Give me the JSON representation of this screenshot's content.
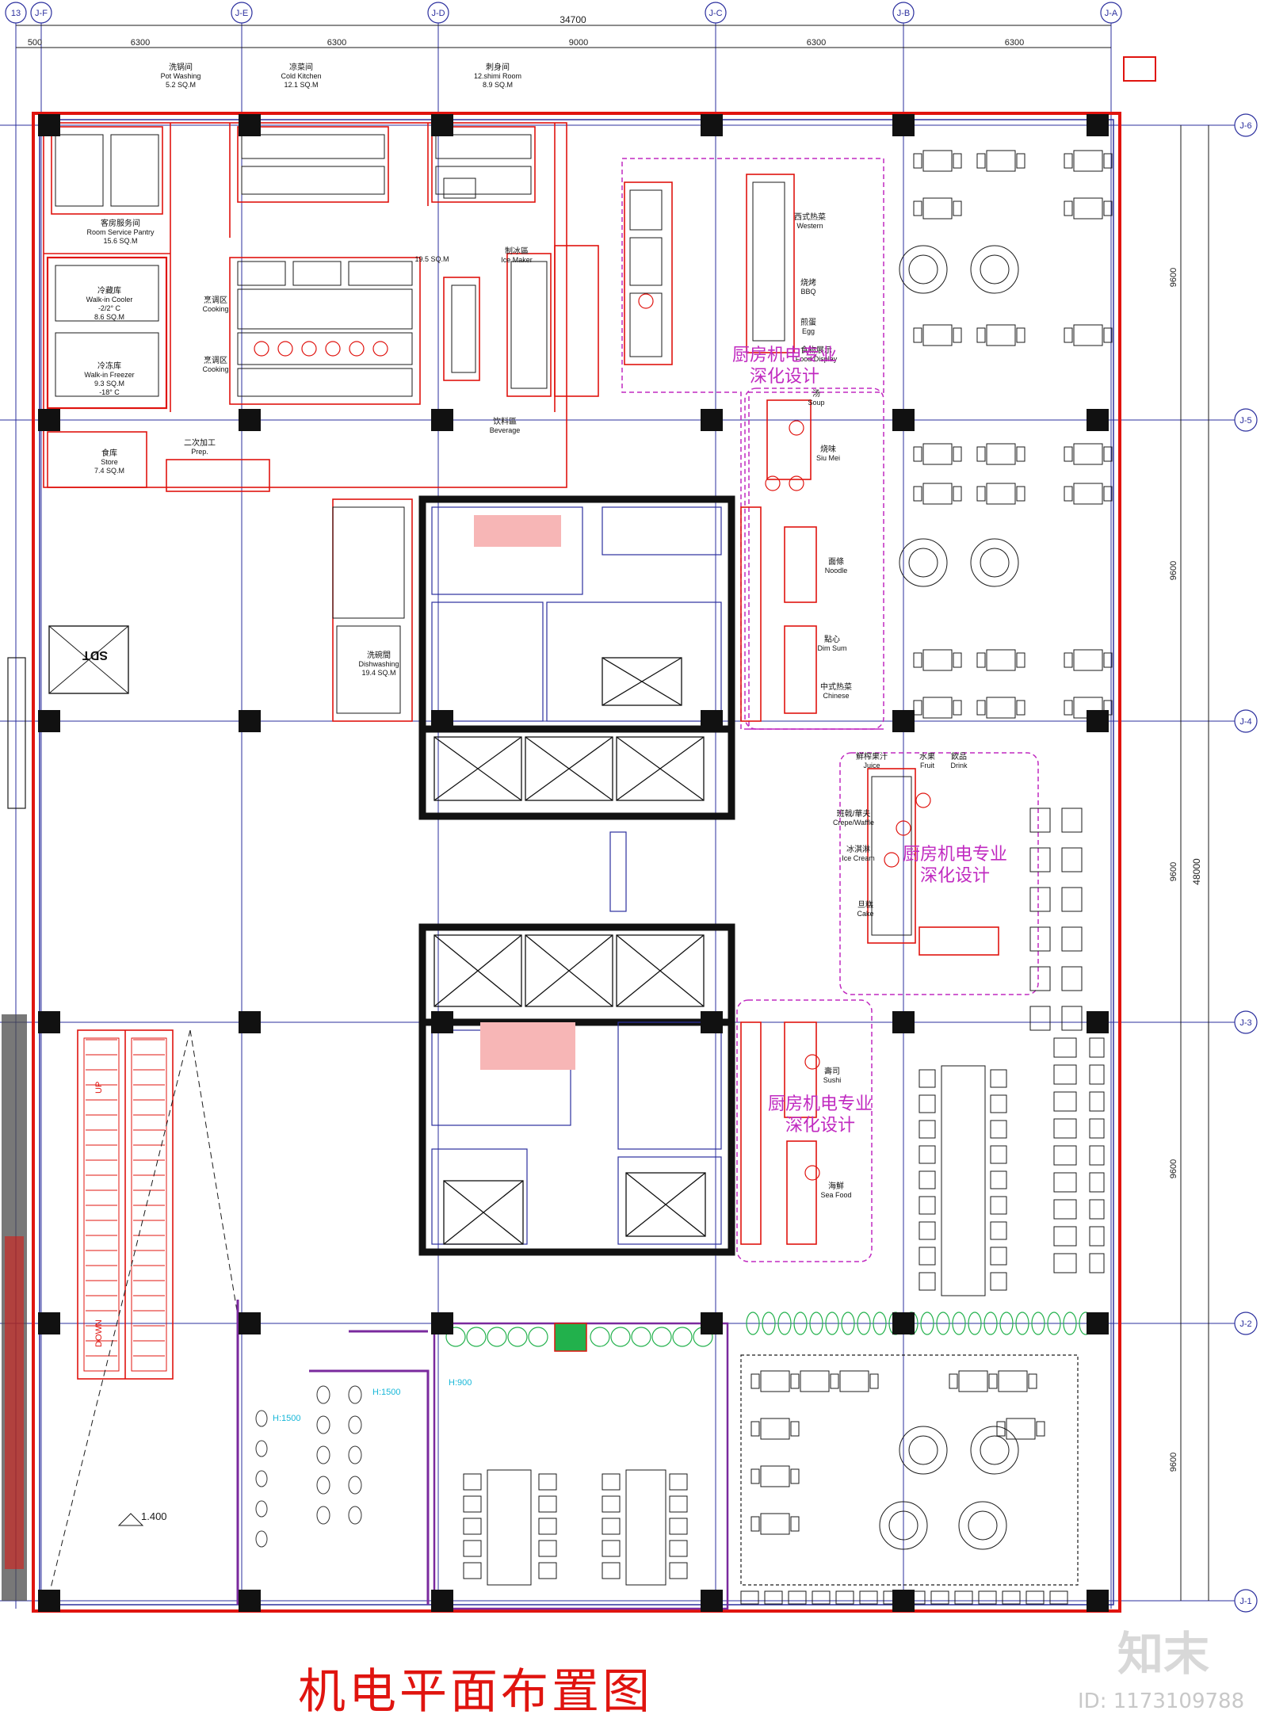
{
  "drawing": {
    "title": "机电平面布置图",
    "brand": "知末",
    "brand_id": "ID: 1173109788",
    "level_mark": "1.400",
    "escalator_up": "UP",
    "escalator_down": "DOWN",
    "stair_mark": "SDT",
    "h1500": "H:1500",
    "h900": "H:900",
    "h1500b": "H:1500"
  },
  "axes": {
    "top": [
      "13",
      "J-F",
      "J-E",
      "J-D",
      "J-C",
      "J-B",
      "J-A"
    ],
    "right": [
      "J-6",
      "J-5",
      "J-4",
      "J-3",
      "J-2",
      "J-1"
    ]
  },
  "dims": {
    "total_width": "34700",
    "spans": [
      "500",
      "6300",
      "6300",
      "9000",
      "6300",
      "6300"
    ],
    "total_height": "48000",
    "vspans": [
      "9600",
      "9600",
      "9600",
      "9600",
      "9600"
    ]
  },
  "rooms": [
    {
      "cn": "洗锅间",
      "en": "Pot Washing",
      "area": "5.2 SQ.M"
    },
    {
      "cn": "凉菜间",
      "en": "Cold Kitchen",
      "area": "12.1 SQ.M"
    },
    {
      "cn": "刺身间",
      "en": "12.shimi Room",
      "area": "8.9 SQ.M"
    },
    {
      "cn": "客房服务间",
      "en": "Room Service Pantry",
      "area": "15.6 SQ.M"
    },
    {
      "cn": "冷藏库",
      "en": "Walk-in Cooler",
      "area": "-2/2° C",
      "area2": "8.6 SQ.M"
    },
    {
      "cn": "冷冻库",
      "en": "Walk-in Freezer",
      "area": "9.3 SQ.M",
      "area2": "-18° C"
    },
    {
      "cn": "食库",
      "en": "Store",
      "area": "7.4 SQ.M"
    },
    {
      "cn": "二次加工",
      "en": "Prep."
    },
    {
      "cn": "烹调区",
      "en": "Cooking"
    },
    {
      "cn": "烹调区",
      "en": "Cooking"
    },
    {
      "cn": "制冰區",
      "en": "Ice Maker"
    },
    {
      "cn": "饮料區",
      "en": "Beverage"
    },
    {
      "cn": "洗碗間",
      "en": "Dishwashing",
      "area": "19.4 SQ.M"
    },
    {
      "cn": "",
      "en": "19.5 SQ.M"
    }
  ],
  "stations": [
    {
      "cn": "西式热菜",
      "en": "Western"
    },
    {
      "cn": "烧烤",
      "en": "BBQ"
    },
    {
      "cn": "煎蛋",
      "en": "Egg"
    },
    {
      "cn": "食物展示",
      "en": "Food Display"
    },
    {
      "cn": "汤",
      "en": "Soup"
    },
    {
      "cn": "烧味",
      "en": "Siu Mei"
    },
    {
      "cn": "面條",
      "en": "Noodle"
    },
    {
      "cn": "點心",
      "en": "Dim Sum"
    },
    {
      "cn": "中式热菜",
      "en": "Chinese"
    },
    {
      "cn": "鮮榨果汁",
      "en": "Juice"
    },
    {
      "cn": "水果",
      "en": "Fruit"
    },
    {
      "cn": "飲品",
      "en": "Drink"
    },
    {
      "cn": "班戟/華夫",
      "en": "Crepe/Waffle"
    },
    {
      "cn": "冰淇淋",
      "en": "Ice Cream"
    },
    {
      "cn": "旦糕",
      "en": "Cake"
    },
    {
      "cn": "壽司",
      "en": "Sushi"
    },
    {
      "cn": "海鮮",
      "en": "Sea Food"
    }
  ],
  "zones": [
    {
      "line1": "厨房机电专业",
      "line2": "深化设计"
    },
    {
      "line1": "厨房机电专业",
      "line2": "深化设计"
    },
    {
      "line1": "厨房机电专业",
      "line2": "深化设计"
    }
  ]
}
